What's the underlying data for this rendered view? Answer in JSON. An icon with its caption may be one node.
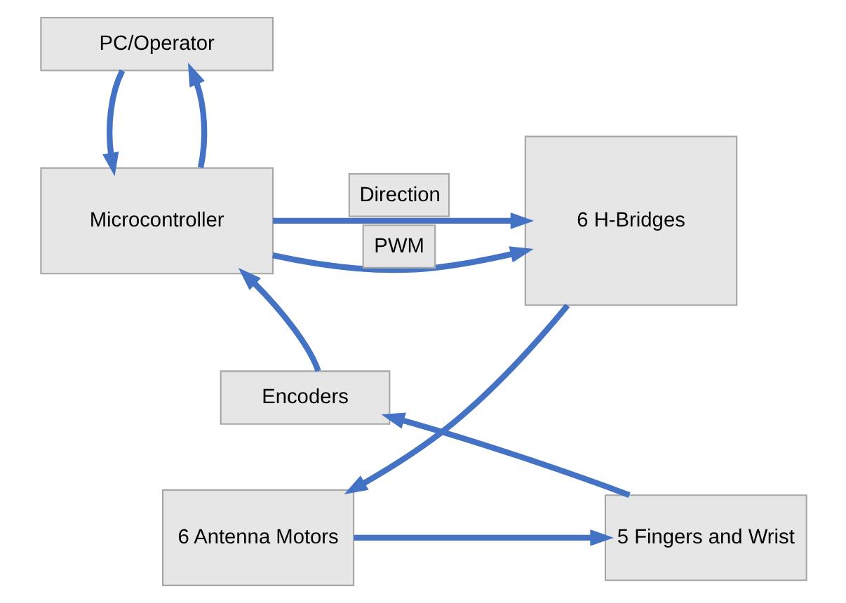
{
  "diagram": {
    "nodes": [
      {
        "text": [
          "PC/Operator"
        ]
      },
      {
        "text": [
          "Microcontroller"
        ]
      },
      {
        "text": [
          "6 H-Bridges"
        ]
      },
      {
        "text": [
          "6 Antenna Motors"
        ]
      },
      {
        "text": [
          "5 Fingers and Wrist"
        ]
      },
      {
        "text": [
          "Encoders"
        ]
      }
    ],
    "edges": [
      {
        "from": 1,
        "to": 0,
        "arrow": "to"
      },
      {
        "from": 0,
        "to": 1,
        "arrow": "to"
      },
      {
        "from": 1,
        "to": 2,
        "arrow": "to",
        "label": "PWM"
      },
      {
        "from": 1,
        "to": 2,
        "arrow": "to",
        "label": "Direction"
      },
      {
        "from": 2,
        "to": 3,
        "arrow": "to"
      },
      {
        "from": 3,
        "to": 4,
        "arrow": "to"
      },
      {
        "from": 4,
        "to": 5,
        "arrow": "to"
      },
      {
        "from": 5,
        "to": 1,
        "arrow": "to"
      }
    ]
  }
}
